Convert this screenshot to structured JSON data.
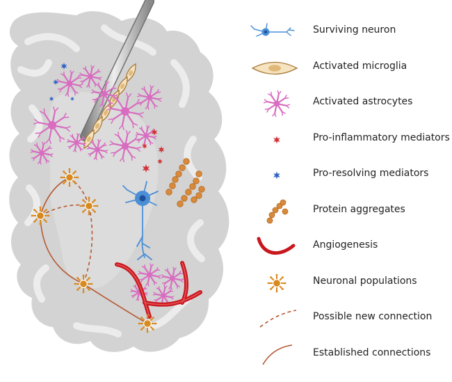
{
  "legend": {
    "items": [
      {
        "key": "neuron",
        "icon": "surviving-neuron-icon",
        "label": "Surviving neuron"
      },
      {
        "key": "microglia",
        "icon": "activated-microglia-icon",
        "label": "Activated microglia"
      },
      {
        "key": "astrocyte",
        "icon": "activated-astrocyte-icon",
        "label": "Activated astrocytes"
      },
      {
        "key": "proinflammatory",
        "icon": "pro-inflammatory-mediator-icon",
        "label": "Pro-inflammatory mediators"
      },
      {
        "key": "proresolving",
        "icon": "pro-resolving-mediator-icon",
        "label": "Pro-resolving mediators"
      },
      {
        "key": "aggregates",
        "icon": "protein-aggregates-icon",
        "label": "Protein aggregates"
      },
      {
        "key": "angiogenesis",
        "icon": "angiogenesis-icon",
        "label": "Angiogenesis"
      },
      {
        "key": "populations",
        "icon": "neuronal-population-icon",
        "label": "Neuronal populations"
      },
      {
        "key": "possible",
        "icon": "possible-connection-icon",
        "label": "Possible new connection"
      },
      {
        "key": "established",
        "icon": "established-connection-icon",
        "label": "Established connections"
      }
    ]
  },
  "colors": {
    "brain_tissue": "#d3d3d3",
    "brain_fold": "#e6e6e6",
    "neuron_blue": "#4a8fd6",
    "microglia_tan": "#e0b878",
    "astrocyte_pink": "#d86cc0",
    "mediator_red": "#d3343a",
    "mediator_blue": "#2f66c4",
    "aggregate_orange": "#d78a3c",
    "vessel_red": "#c9171e",
    "population_orange": "#d88a1e",
    "connection_brown": "#b5562f",
    "probe_gray": "#9a9a9a"
  }
}
